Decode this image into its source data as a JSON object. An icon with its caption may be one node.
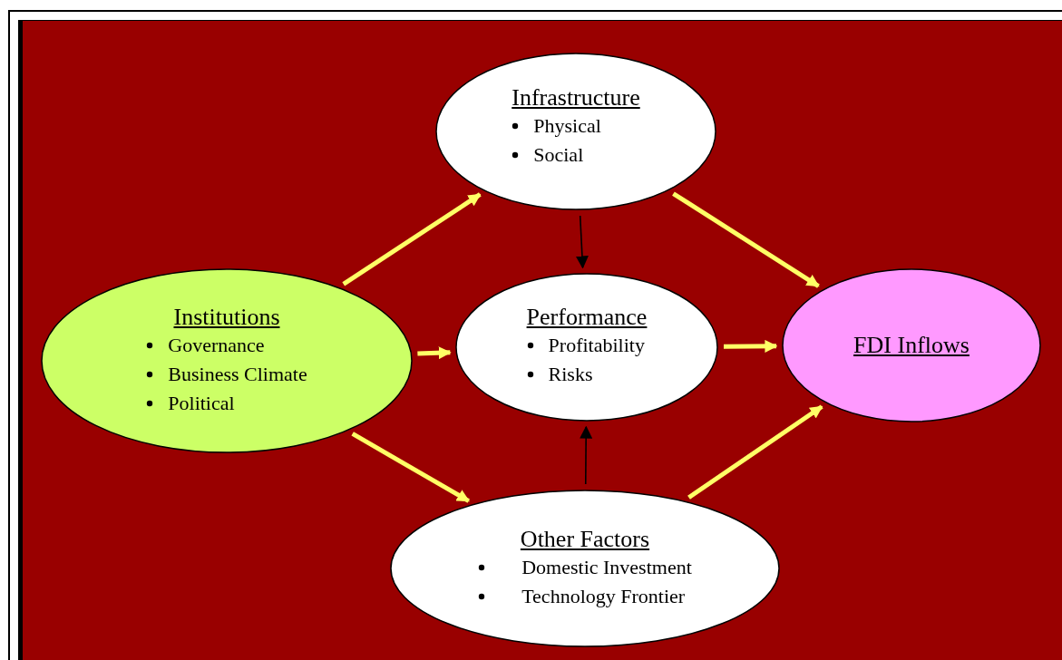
{
  "diagram": {
    "nodes": [
      {
        "text": [
          "Infrastructure",
          "Physical",
          "Social"
        ]
      },
      {
        "text": [
          "Institutions",
          "Governance",
          "Business Climate",
          "Political"
        ]
      },
      {
        "text": [
          "Performance",
          "Profitability",
          "Risks"
        ]
      },
      {
        "text": [
          "FDI Inflows"
        ]
      },
      {
        "text": [
          "Other Factors",
          "Domestic Investment",
          "Technology Frontier"
        ]
      }
    ],
    "edges": [
      {
        "from": 1,
        "to": 0,
        "arrow": "to"
      },
      {
        "from": 0,
        "to": 3,
        "arrow": "to"
      },
      {
        "from": 1,
        "to": 2,
        "arrow": "to"
      },
      {
        "from": 2,
        "to": 3,
        "arrow": "to"
      },
      {
        "from": 1,
        "to": 4,
        "arrow": "to"
      },
      {
        "from": 4,
        "to": 3,
        "arrow": "to"
      },
      {
        "from": 0,
        "to": 2,
        "arrow": "to",
        "color": "#000000"
      },
      {
        "from": 4,
        "to": 2,
        "arrow": "to",
        "color": "#000000"
      }
    ]
  }
}
